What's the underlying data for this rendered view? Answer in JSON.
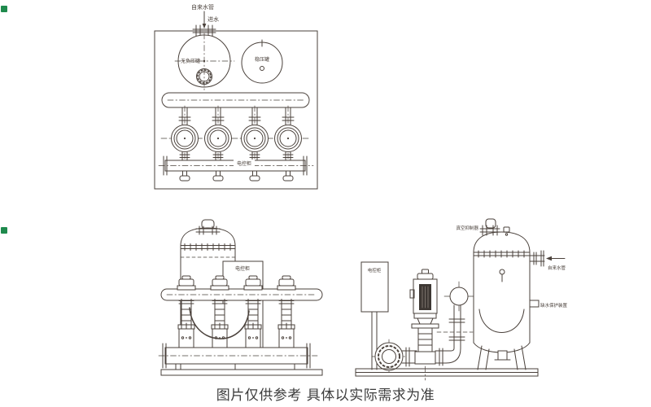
{
  "caption": "图片仅供参考 具体以实际需求为准",
  "colors": {
    "line": "#4a413b",
    "caption_text": "#3c3c3c",
    "background": "#ffffff",
    "motor_fill": "#3d3733",
    "bullet_marker": "#1f8a4d"
  },
  "plan_view": {
    "labels": {
      "tap_water_pipe": "自来水管",
      "water_inlet": "进水",
      "non_negative_pressure_tank": "无负压罐",
      "pressure_stabilizer_tank": "稳压罐",
      "control_cabinet": "电控柜"
    }
  },
  "front_view": {
    "labels": {
      "control_cabinet": "电控柜"
    }
  },
  "side_view": {
    "labels": {
      "control_cabinet": "电控柜",
      "vacuum_suppressor": "真空抑制器",
      "tap_water_pipe": "自来水管",
      "water_shortage_protection": "缺水保护装置"
    }
  }
}
